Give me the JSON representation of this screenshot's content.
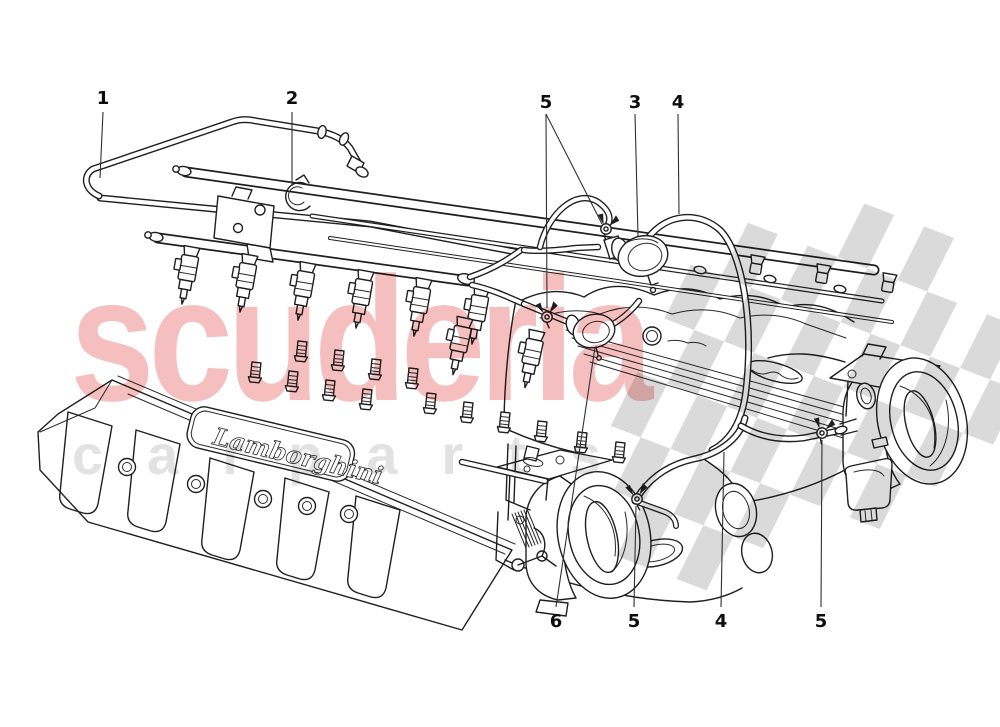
{
  "callouts": {
    "t1": "1",
    "t2": "2",
    "t3": "5",
    "t4": "3",
    "t5": "4",
    "b1": "6",
    "b2": "5",
    "b3": "4",
    "b4": "5"
  },
  "watermark": {
    "brand": "scuderia",
    "subtext": "carparts",
    "brand_color": "#f5bfbf",
    "subtext_color": "#e2e2e2"
  },
  "checker": {
    "color": "#d6d6d6"
  },
  "engine": {
    "valve_cover_script": "Lamborghini"
  }
}
